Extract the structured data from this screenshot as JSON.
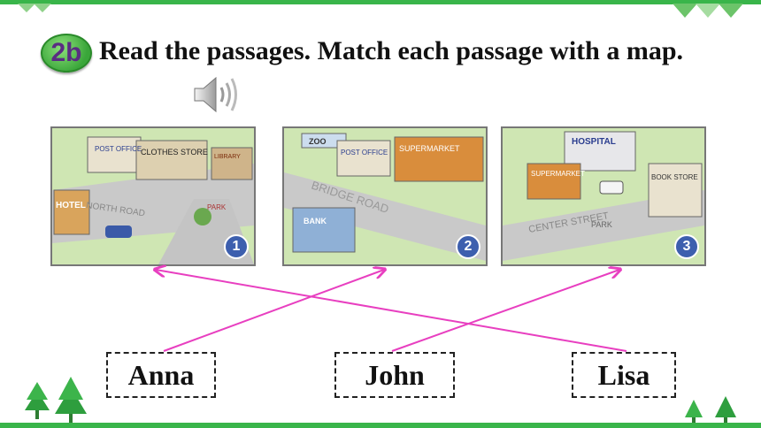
{
  "badge": "2b",
  "instruction": "Read the passages. Match each passage with a map.",
  "icons": {
    "audio": "speaker-icon"
  },
  "maps": [
    {
      "number": "1",
      "signs": {
        "post": "POST OFFICE",
        "store": "CLOTHES STORE",
        "library": "LIBRARY",
        "hotel": "HOTEL",
        "road": "NORTH ROAD",
        "park": "PARK"
      }
    },
    {
      "number": "2",
      "signs": {
        "zoo": "ZOO",
        "post": "POST OFFICE",
        "market": "SUPERMARKET",
        "road": "BRIDGE ROAD",
        "bank": "BANK"
      }
    },
    {
      "number": "3",
      "signs": {
        "hospital": "HOSPITAL",
        "market": "SUPERMARKET",
        "books": "BOOK STORE",
        "street": "CENTER STREET",
        "park": "PARK"
      }
    }
  ],
  "names": [
    "Anna",
    "John",
    "Lisa"
  ],
  "matches": [
    {
      "name": "Anna",
      "map": "2"
    },
    {
      "name": "John",
      "map": "3"
    },
    {
      "name": "Lisa",
      "map": "1"
    }
  ],
  "colors": {
    "line": "#e83fc0",
    "accent_green": "#39b54a",
    "badge_text": "#5a2d82"
  }
}
